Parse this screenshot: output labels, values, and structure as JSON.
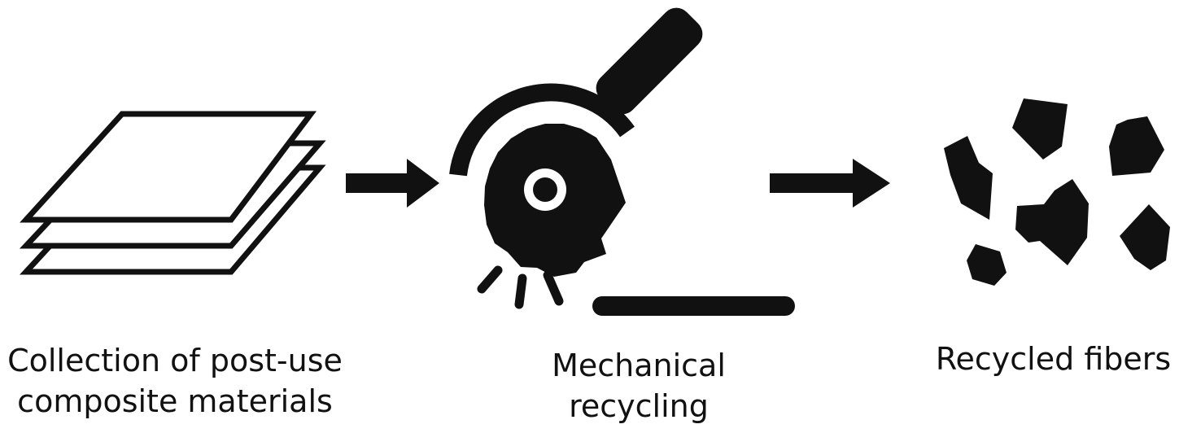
{
  "steps": [
    {
      "icon": "stacked-sheets-icon",
      "label_lines": [
        "Collection of post-use",
        "composite materials"
      ]
    },
    {
      "icon": "circular-saw-icon",
      "label_lines": [
        "Mechanical",
        "recycling"
      ]
    },
    {
      "icon": "fiber-fragments-icon",
      "label_lines": [
        "Recycled fibers"
      ]
    }
  ],
  "connectors": [
    "arrow-right-icon",
    "arrow-right-icon"
  ],
  "colors": {
    "ink": "#111111",
    "background": "#ffffff"
  }
}
